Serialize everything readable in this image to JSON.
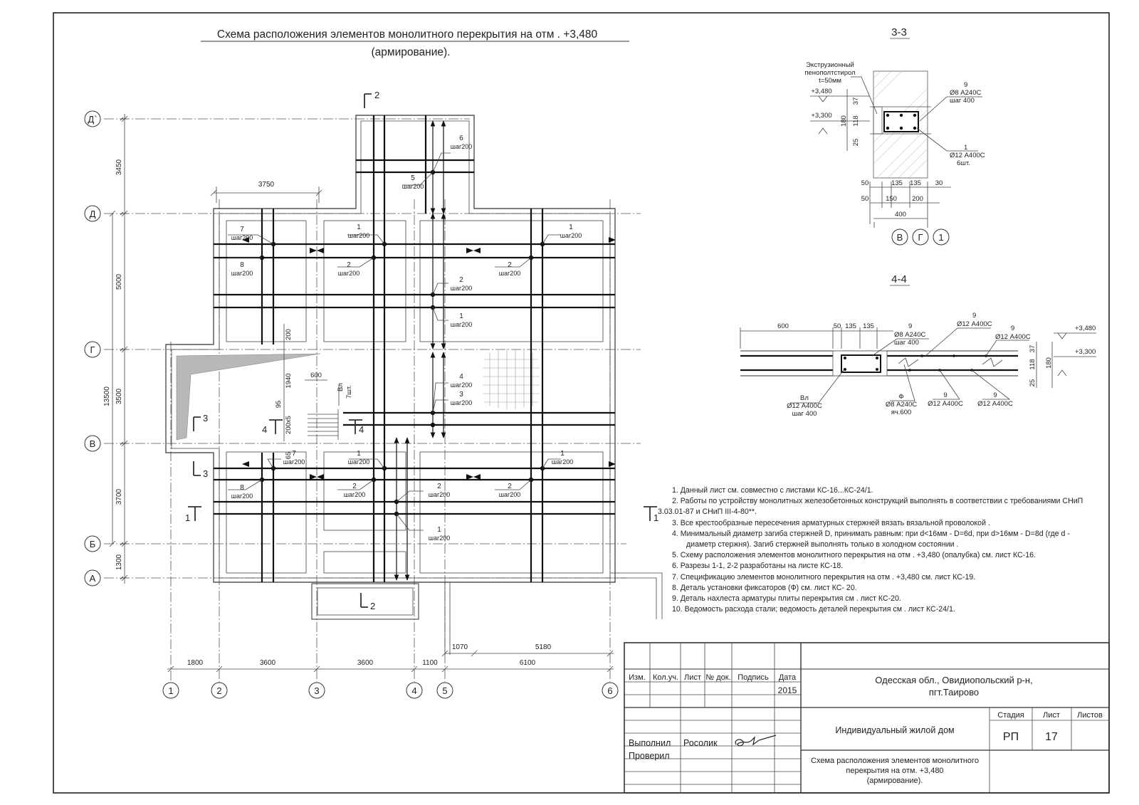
{
  "title": {
    "line1": "Схема расположения элементов монолитного перекрытия на отм . +3,480",
    "line2": "(армирование)."
  },
  "axes_rows": [
    "Д`",
    "Д",
    "Г",
    "В",
    "Б",
    "А"
  ],
  "axes_cols": [
    "1",
    "2",
    "3",
    "4",
    "5",
    "6"
  ],
  "dims_left": [
    "3450",
    "5000",
    "3500",
    "13500",
    "3700",
    "1300"
  ],
  "dims_bottom": [
    "1800",
    "3600",
    "3600",
    "1100",
    "6100"
  ],
  "dims_bottom_upper": [
    "1070",
    "5180"
  ],
  "dim_top": "3750",
  "stair": {
    "d1": "200",
    "d2": "1940",
    "d3": "600",
    "d4": "95",
    "d5": "200x5",
    "d6": "65",
    "label1": "Вл",
    "label2": "7шт."
  },
  "section_marks": [
    "2",
    "3",
    "4",
    "1"
  ],
  "rebar_labels": {
    "n1": "1",
    "n2": "2",
    "n3": "3",
    "n4": "4",
    "n5": "5",
    "n6": "6",
    "n7": "7",
    "n8": "8",
    "step": "шаг200"
  },
  "section33": {
    "title": "3-3",
    "insul1": "Экструзионный",
    "insul2": "пенополтстирол",
    "insul3": "t=50мм",
    "lvl_top": "+3,480",
    "lvl_bot": "+3,300",
    "dim_37": "37",
    "dim_180": "180",
    "dim_118": "118",
    "dim_25": "25",
    "r9_num": "9",
    "r9_spec": "Ø8 А240С",
    "r9_step": "шаг 400",
    "r1_num": "1",
    "r1_spec": "Ø12 А400С",
    "r1_qty": "6шт.",
    "row1": [
      "50",
      "135",
      "135",
      "30"
    ],
    "row2": [
      "50",
      "150",
      "200"
    ],
    "total": "400",
    "axes": [
      "В",
      "Г",
      "1"
    ]
  },
  "section44": {
    "title": "4-4",
    "d600": "600",
    "d50": "50",
    "d135a": "135",
    "d135b": "135",
    "n9a": "9",
    "s9a": "Ø8 А240С",
    "st9a": "шаг 400",
    "n9b": "9",
    "s9b": "Ø12 А400С",
    "n9c": "9",
    "s9c": "Ø12 А400С",
    "lvl_top": "+3,480",
    "lvl_bot": "+3,300",
    "d37": "37",
    "d180": "180",
    "d118": "118",
    "d25": "25",
    "vl": "Вл",
    "vl_spec": "Ø12 А400С",
    "vl_step": "шаг 400",
    "f": "Ф",
    "f_spec": "Ø8 А240С",
    "f_step": "яч.600",
    "n9d": "9",
    "s9d": "Ø12 А400С",
    "n9e": "9",
    "s9e": "Ø12 А400С"
  },
  "notes": [
    "1. Данный лист см. совместно с листами  КС-16...КС-24/1.",
    "2. Работы по устройству монолитных железобетонных конструкций выполнять в соответствии с требованиями СНиП",
    "3.03.01-87 и СНиП III-4-80**.",
    "3. Все крестообразные пересечения арматурных стержней вязать вязальной проволокой .",
    "4. Минимальный диаметр загиба стержней D, принимать равным: при d<16мм - D=6d, при d>16мм - D=8d  (где d -",
    "диаметр стержня). Загиб стержней выполнять только в холодном состоянии .",
    "5. Схему расположения элементов монолитного перекрытия на отм . +3,480 (опалубка) см. лист  КС-16.",
    "6. Разрезы 1-1, 2-2 разработаны на листе  КС-18.",
    "7. Спецификацию элементов монолитного перекрытия на отм . +3,480 см. лист  КС-19.",
    "8. Деталь установки фиксаторов (Ф) см. лист  КС- 20.",
    "9. Деталь нахлеста арматуры плиты перекрытия см . лист  КС-20.",
    "10. Ведомость расхода стали; ведомость деталей перекрытия см . лист  КС-24/1."
  ],
  "stamp": {
    "headers": [
      "Изм.",
      "Кол.уч.",
      "Лист",
      "№ док.",
      "Подпись",
      "Дата"
    ],
    "year": "2015",
    "role1": "Выполнил",
    "name1": "Росолик",
    "role2": "Проверил",
    "location1": "Одесская обл., Овидиопольский р-н,",
    "location2": "пгт.Таирово",
    "object": "Индивидуальный жилой дом",
    "stage_h": "Стадия",
    "sheet_h": "Лист",
    "sheets_h": "Листов",
    "stage": "РП",
    "sheet": "17",
    "sheets": "",
    "desc1": "Схема расположения элементов монолитного",
    "desc2": "перекрытия на отм. +3,480",
    "desc3": "(армирование)."
  }
}
